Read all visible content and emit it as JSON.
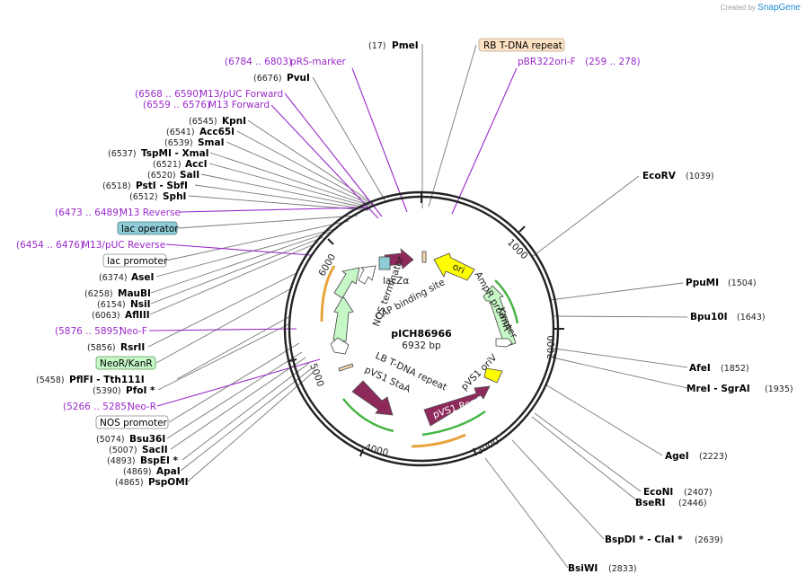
{
  "credit": {
    "prefix": "Created by",
    "brand": "SnapGene"
  },
  "plasmid": {
    "name": "pICH86966",
    "size": "6932 bp"
  },
  "ticks": [
    "1000",
    "2000",
    "3000",
    "4000",
    "5000",
    "6000"
  ],
  "features": {
    "rb": "RB T-DNA repeat",
    "lac_op": "lac operator",
    "lac_prom": "lac promoter",
    "neo": "NeoR/KanR",
    "nos_prom": "NOS promoter",
    "lacz": "lacZα",
    "cap": "CAP binding site",
    "ampr": "AmpR promoter",
    "ori": "ori",
    "kanr": "KanR",
    "nos_term": "NOS terminator",
    "pvs1_oriv": "pVS1 oriV",
    "lb": "LB T-DNA repeat",
    "staa": "pVS1 StaA",
    "repa": "pVS1 RepA"
  },
  "enzymes": {
    "pmei": {
      "pos": "(17)",
      "name": "PmeI"
    },
    "pvui": {
      "pos": "(6676)",
      "name": "PvuI"
    },
    "kpni": {
      "pos": "(6545)",
      "name": "KpnI"
    },
    "acc65": {
      "pos": "(6541)",
      "name": "Acc65I"
    },
    "smai": {
      "pos": "(6539)",
      "name": "SmaI"
    },
    "tspmi": {
      "pos": "(6537)",
      "name": "TspMI  - XmaI"
    },
    "acci": {
      "pos": "(6521)",
      "name": "AccI"
    },
    "sali": {
      "pos": "(6520)",
      "name": "SalI"
    },
    "psti": {
      "pos": "(6518)",
      "name": "PstI  - SbfI"
    },
    "sphi": {
      "pos": "(6512)",
      "name": "SphI"
    },
    "asei": {
      "pos": "(6374)",
      "name": "AseI"
    },
    "maubi": {
      "pos": "(6258)",
      "name": "MauBI"
    },
    "nsii": {
      "pos": "(6154)",
      "name": "NsiI"
    },
    "afliii": {
      "pos": "(6063)",
      "name": "AflIII"
    },
    "rsrii": {
      "pos": "(5856)",
      "name": "RsrII"
    },
    "pflfi": {
      "pos": "(5458)",
      "name": "PflFI  - Tth111I"
    },
    "pfoi": {
      "pos": "(5390)",
      "name": "PfoI *"
    },
    "bsu36": {
      "pos": "(5074)",
      "name": "Bsu36I"
    },
    "sacii": {
      "pos": "(5007)",
      "name": "SacII"
    },
    "bspei": {
      "pos": "(4893)",
      "name": "BspEI *"
    },
    "apai": {
      "pos": "(4869)",
      "name": "ApaI"
    },
    "pspomi": {
      "pos": "(4865)",
      "name": "PspOMI"
    },
    "ecorv": {
      "pos": "(1039)",
      "name": "EcoRV"
    },
    "ppumi": {
      "pos": "(1504)",
      "name": "PpuMI"
    },
    "bpu10": {
      "pos": "(1643)",
      "name": "Bpu10I"
    },
    "afei": {
      "pos": "(1852)",
      "name": "AfeI"
    },
    "mrei": {
      "pos": "(1935)",
      "name": "MreI  - SgrAI"
    },
    "agei": {
      "pos": "(2223)",
      "name": "AgeI"
    },
    "econi": {
      "pos": "(2407)",
      "name": "EcoNI"
    },
    "bseri": {
      "pos": "(2446)",
      "name": "BseRI"
    },
    "bspdi": {
      "pos": "(2639)",
      "name": "BspDI *  - ClaI *"
    },
    "bsiwi": {
      "pos": "(2833)",
      "name": "BsiWI"
    }
  },
  "primers": {
    "prs": {
      "pos": "(6784 .. 6803)",
      "name": "pRS-marker"
    },
    "pbr": {
      "pos": "(259 .. 278)",
      "name": "pBR322ori-F"
    },
    "m13pf": {
      "pos": "(6568 .. 6590)",
      "name": "M13/pUC Forward"
    },
    "m13f": {
      "pos": "(6559 .. 6576)",
      "name": "M13 Forward"
    },
    "m13r": {
      "pos": "(6473 .. 6489)",
      "name": "M13 Reverse"
    },
    "m13pr": {
      "pos": "(6454 .. 6476)",
      "name": "M13/pUC Reverse"
    },
    "neof": {
      "pos": "(5876 .. 5895)",
      "name": "Neo-F"
    },
    "neor": {
      "pos": "(5266 .. 5285)",
      "name": "Neo-R"
    }
  },
  "colors": {
    "backbone": "#222222",
    "primer": "#9a29c8",
    "feature_green": "#c6f7c6",
    "feature_maroon": "#8e2a5b",
    "feature_yellow": "#ffff00",
    "feature_orange": "#e8a33a",
    "lac_operator": "#8ecbd6",
    "rb_box": "#fde2c4"
  }
}
